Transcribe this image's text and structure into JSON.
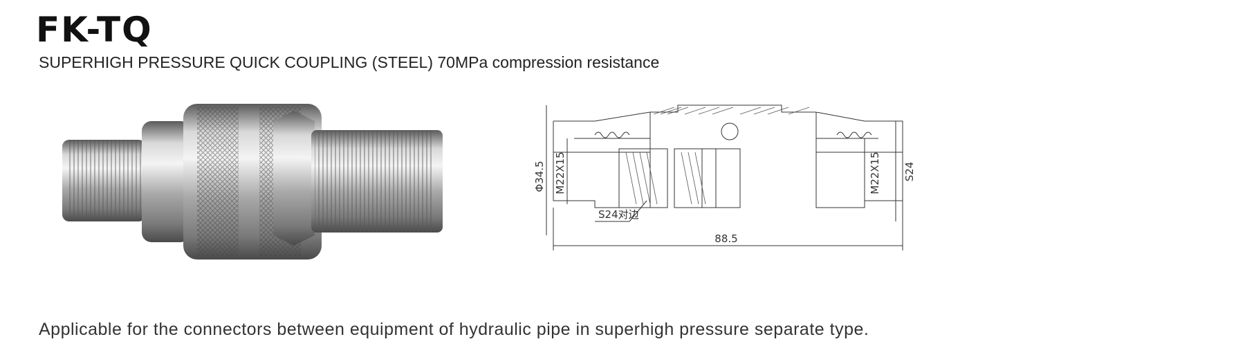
{
  "header": {
    "model": "FK-TQ",
    "subtitle": "SUPERHIGH PRESSURE QUICK COUPLING (STEEL) 70MPa compression resistance"
  },
  "drawing": {
    "dims": {
      "outer_diameter": "Φ34.5",
      "thread_left": "M22X15",
      "thread_right": "M22X15",
      "hex_right": "S24",
      "hex_callout": "S24对边",
      "length": "88.5"
    }
  },
  "footer": {
    "description": "Applicable for the connectors between equipment of hydraulic pipe in superhigh pressure separate type."
  }
}
